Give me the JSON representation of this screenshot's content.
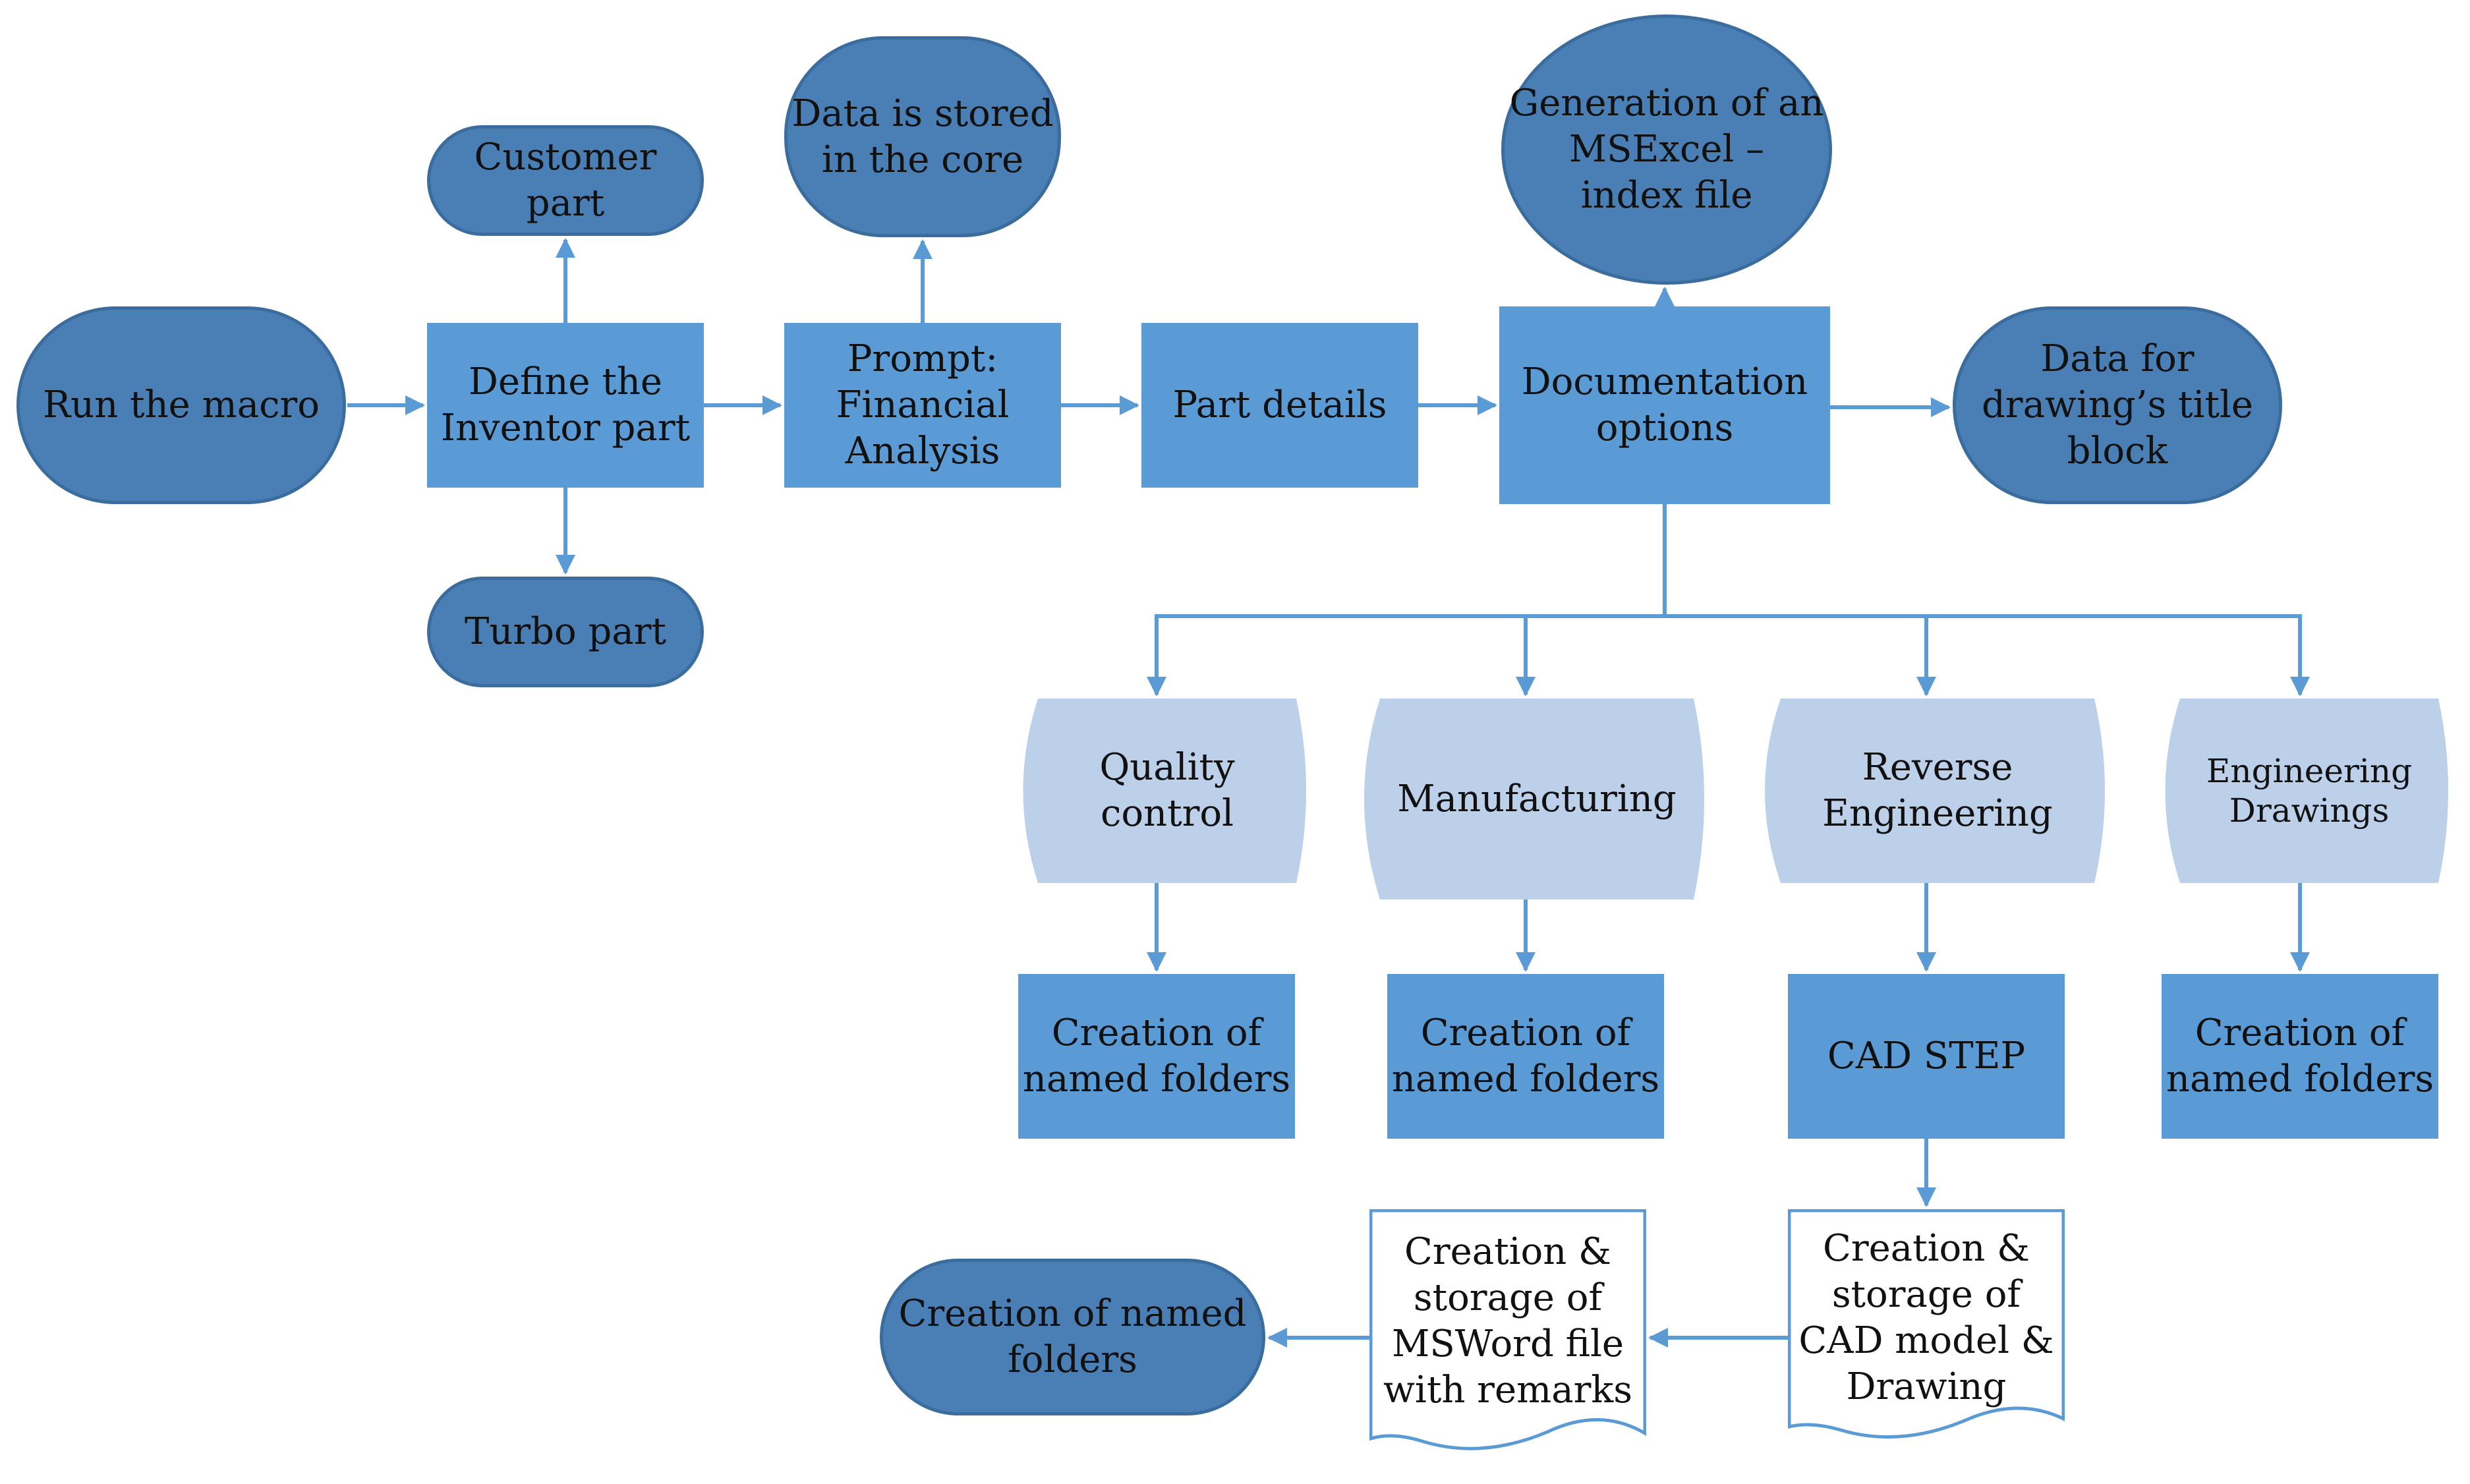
{
  "colors": {
    "dark_blue": "#4a7fb5",
    "dark_blue_border": "#3a6d9e",
    "mid_blue": "#5b9bd5",
    "light_blue": "#bdd0ea",
    "arrow": "#5b9bd5",
    "doc_border": "#5b9bd5"
  },
  "nodes": {
    "run_macro": "Run the macro",
    "customer_part": "Customer part",
    "define_part": "Define the\nInventor part",
    "turbo_part": "Turbo part",
    "data_stored": "Data is stored\nin the core",
    "prompt_financial": "Prompt:\nFinancial\nAnalysis",
    "part_details": "Part details",
    "msexcel_index": "Generation of an\nMSExcel –\nindex file",
    "documentation_options": "Documentation\noptions",
    "title_block": "Data for\ndrawing’s title\nblock",
    "quality_control": "Quality\ncontrol",
    "manufacturing": "Manufacturing",
    "reverse_engineering": "Reverse\nEngineering",
    "engineering_drawings": "Engineering\nDrawings",
    "folders_quality": "Creation of\nnamed folders",
    "folders_manufacturing": "Creation of\nnamed folders",
    "cad_step": "CAD STEP",
    "folders_drawings": "Creation of\nnamed folders",
    "storage_cad": "Creation &\nstorage of\nCAD model &\nDrawing",
    "storage_msword": "Creation &\nstorage of\nMSWord file\nwith remarks",
    "final_folders": "Creation of named\nfolders"
  }
}
